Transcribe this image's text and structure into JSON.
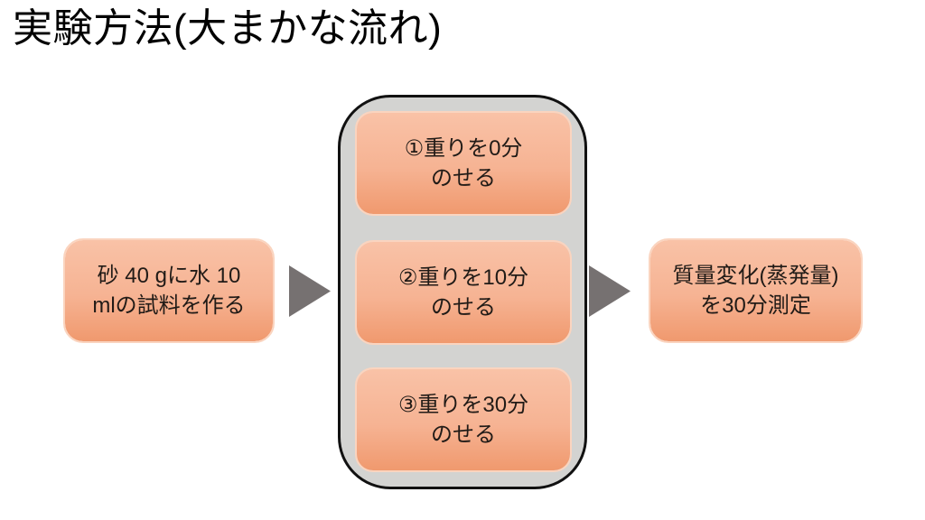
{
  "slide": {
    "title": "実験方法(大まかな流れ)"
  },
  "flow": {
    "input": {
      "lines": [
        "砂 40 gに水 10",
        "mlの試料を作る"
      ]
    },
    "steps": [
      {
        "lines": [
          "①重りを0分",
          "のせる"
        ]
      },
      {
        "lines": [
          "②重りを10分",
          "のせる"
        ]
      },
      {
        "lines": [
          "③重りを30分",
          "のせる"
        ]
      }
    ],
    "output": {
      "lines": [
        "質量変化(蒸発量)",
        "を30分測定"
      ]
    }
  },
  "colors": {
    "background": "#ffffff",
    "title_text": "#000000",
    "box_text": "#211b17",
    "box_gradient_top": "#f9c2a7",
    "box_gradient_bottom": "#f0996e",
    "box_border": "#fad4bf",
    "container_fill": "#d3d3d1",
    "container_border": "#111111",
    "arrow": "#767171"
  }
}
